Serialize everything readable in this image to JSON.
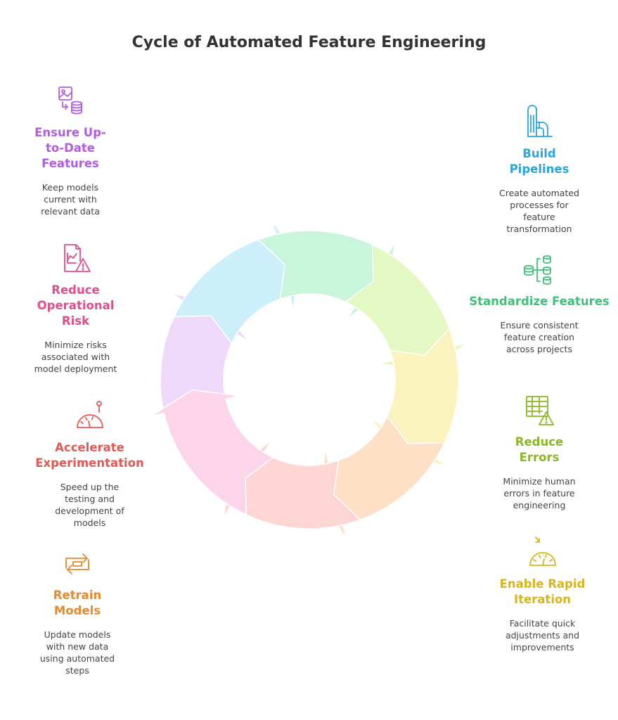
{
  "title": "Cycle of Automated Feature Engineering",
  "colors": {
    "purple": "#b45be0",
    "blue": "#2ba6dd",
    "green": "#3fc17a",
    "lime": "#8ab825",
    "yellow": "#d9b51a",
    "orange": "#e68a2e",
    "red": "#e05a55",
    "pink": "#df4f8e"
  },
  "steps": [
    {
      "icon": "image-to-database-icon",
      "heading": "Ensure Up-to-Date Features",
      "description": "Keep models current with relevant data",
      "color": "#b45be0",
      "fill": "#efd9fb"
    },
    {
      "icon": "pipeline-building-icon",
      "heading": "Build Pipelines",
      "description": "Create automated processes for feature transformation",
      "color": "#2ba6dd",
      "fill": "#cdeefb"
    },
    {
      "icon": "database-hierarchy-icon",
      "heading": "Standardize Features",
      "description": "Ensure consistent feature creation across projects",
      "color": "#3fc17a",
      "fill": "#c9f5dc"
    },
    {
      "icon": "table-warning-icon",
      "heading": "Reduce Errors",
      "description": "Minimize human errors in feature engineering",
      "color": "#8ab825",
      "fill": "#e3f8c2"
    },
    {
      "icon": "speedometer-arrow-icon",
      "heading": "Enable Rapid Iteration",
      "description": "Facilitate quick adjustments and improvements",
      "color": "#d9b51a",
      "fill": "#fbf3bd"
    },
    {
      "icon": "retrain-arrows-icon",
      "heading": "Retrain Models",
      "description": "Update models with new data using automated steps",
      "color": "#e68a2e",
      "fill": "#fde0c6"
    },
    {
      "icon": "speedometer-icon",
      "heading": "Accelerate Experimentation",
      "description": "Speed up the testing and development of models",
      "color": "#e05a55",
      "fill": "#fdd6d4"
    },
    {
      "icon": "chart-warning-icon",
      "heading": "Reduce Operational Risk",
      "description": "Minimize risks associated with model deployment",
      "color": "#df4f8e",
      "fill": "#fcd5ea"
    }
  ]
}
